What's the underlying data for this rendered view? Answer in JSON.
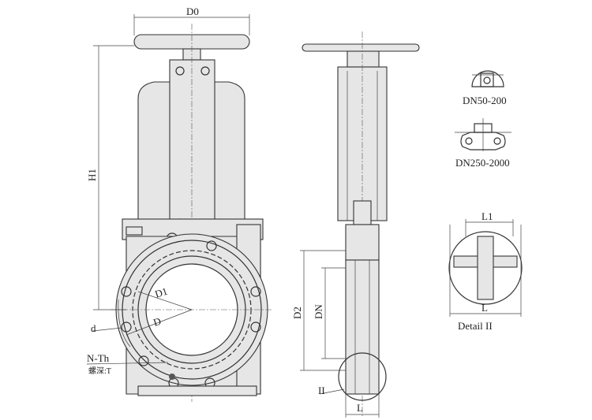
{
  "labels": {
    "d0": "D0",
    "h1": "H1",
    "d1": "D1",
    "d": "D",
    "small_d": "d",
    "n_th": "N-Th",
    "thread_depth": "螺深:T",
    "dn50_200": "DN50-200",
    "dn250_2000": "DN250-2000",
    "l1": "L1",
    "detail_l": "L",
    "detail_ii": "Detail II",
    "d2": "D2",
    "dn": "DN",
    "ii": "II",
    "side_l": "L"
  },
  "colors": {
    "line": "#333333",
    "fill": "#e6e6e6"
  }
}
